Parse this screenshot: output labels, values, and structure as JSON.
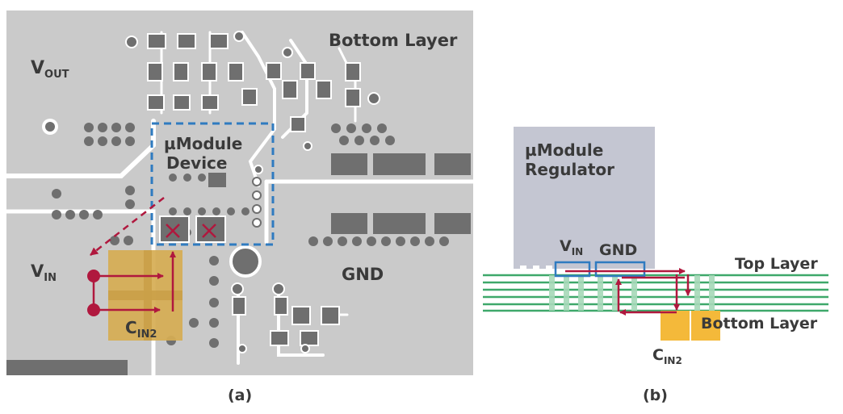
{
  "panel_a": {
    "caption": "(a)",
    "labels": {
      "bottom_layer": "Bottom Layer",
      "vout_main": "V",
      "vout_sub": "OUT",
      "module_line1": "µModule",
      "module_line2": "Device",
      "vin_main": "V",
      "vin_sub": "IN",
      "gnd": "GND",
      "cin_main": "C",
      "cin_sub": "IN2"
    }
  },
  "panel_b": {
    "caption": "(b)",
    "labels": {
      "module_line1": "µModule",
      "module_line2": "Regulator",
      "vin_main": "V",
      "vin_sub": "IN",
      "gnd": "GND",
      "top_layer": "Top Layer",
      "bottom_layer": "Bottom Layer",
      "cin_main": "C",
      "cin_sub": "IN2"
    }
  },
  "colors": {
    "board": "#cacaca",
    "copper": "#6f6f6f",
    "trace": "#ffffff",
    "current_path": "#b0183e",
    "outline": "#2f7bc0",
    "capacitor": "#d6ad52",
    "capacitor_b": "#f4b93a",
    "pcb_layers": "#3ea86a",
    "module": "#c4c6d2",
    "text": "#3a3a3a"
  }
}
